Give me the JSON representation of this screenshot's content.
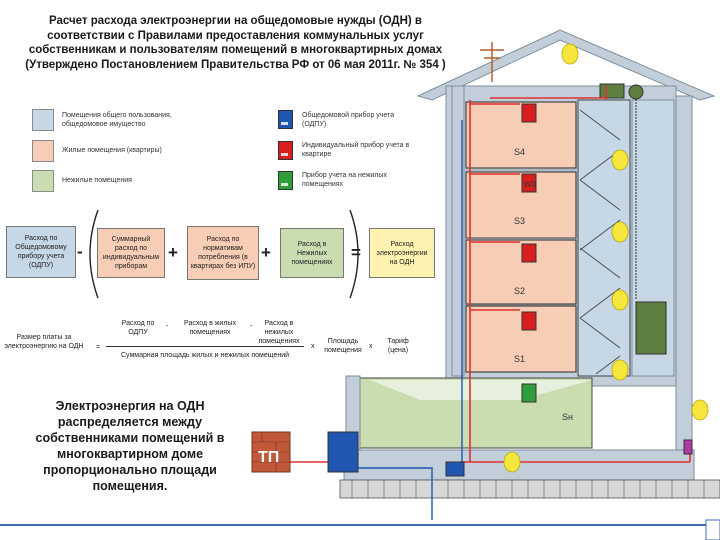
{
  "title_lines": [
    "Расчет расхода электроэнергии на общедомовые нужды (ОДН) в",
    "соответствии с Правилами предоставления коммунальных услуг",
    "собственникам и пользователям помещений в многоквартирных домах",
    "(Утверждено Постановлением Правительства РФ от 06 мая 2011г. № 354 )"
  ],
  "legend": {
    "items": [
      {
        "text": "Помещения общего пользования, общедомовое имущество",
        "color": "#c6d7e5"
      },
      {
        "text": "Жилые помещения (квартиры)",
        "color": "#f7cdb5"
      },
      {
        "text": "Нежилые помещения",
        "color": "#c9ddb1"
      }
    ],
    "meters": [
      {
        "text": "Общедомовой прибор учета (ОДПУ)",
        "color": "#1f56b0",
        "tag": "kWh"
      },
      {
        "text": "Индивидуальный прибор учета в квартире",
        "color": "#d81e1e",
        "tag": "kWh"
      },
      {
        "text": "Прибор учета на нежилых помещениях",
        "color": "#2f9e3a",
        "tag": "kWh"
      }
    ]
  },
  "formula1": {
    "box1": "Расход по Общедомовому прибору учета (ОДПУ)",
    "box2": "Суммарный расход по индивидуальным приборам",
    "box3": "Расход по нормативам потребления (в квартирах без ИПУ)",
    "box4": "Расход в Нежилых помещениях",
    "box5": "Расход электроэнергии на ОДН",
    "op_minus": "-",
    "op_plus1": "+",
    "op_plus2": "+",
    "op_eq": "="
  },
  "formula2": {
    "left": "Размер платы за электроэнергию на ОДН",
    "eq": "=",
    "num1": "Расход по ОДПУ",
    "num2": "Расход в жилых помещениях",
    "num3": "Расход в нежилых помещениях",
    "minus1": "-",
    "minus2": "-",
    "den": "Суммарная площадь жилых и нежилых помещений",
    "times1": "х",
    "area": "Площадь помещения",
    "times2": "х",
    "tariff": "Тариф (цена)"
  },
  "note_lines": [
    "Электроэнергия на ОДН",
    "распределяется между",
    "собственниками помещений в",
    "многоквартирном доме",
    "пропорционально площади",
    "помещения."
  ],
  "house": {
    "floor_labels": [
      "S4",
      "W3",
      "S3",
      "S2",
      "S1",
      "Sн"
    ],
    "substation": "ТП",
    "meter_tag": "kWh"
  },
  "colors": {
    "common": "#c6d7e5",
    "residential": "#f7cdb5",
    "nonresidential": "#c9ddb1",
    "formula_result": "#fdf2b0",
    "wall": "#c2cfda",
    "wire_red": "#e03030",
    "wire_blue": "#1f56b0",
    "brick": "#c0583a",
    "cabinet": "#5d7f3f",
    "lamp": "#f6e53c"
  }
}
